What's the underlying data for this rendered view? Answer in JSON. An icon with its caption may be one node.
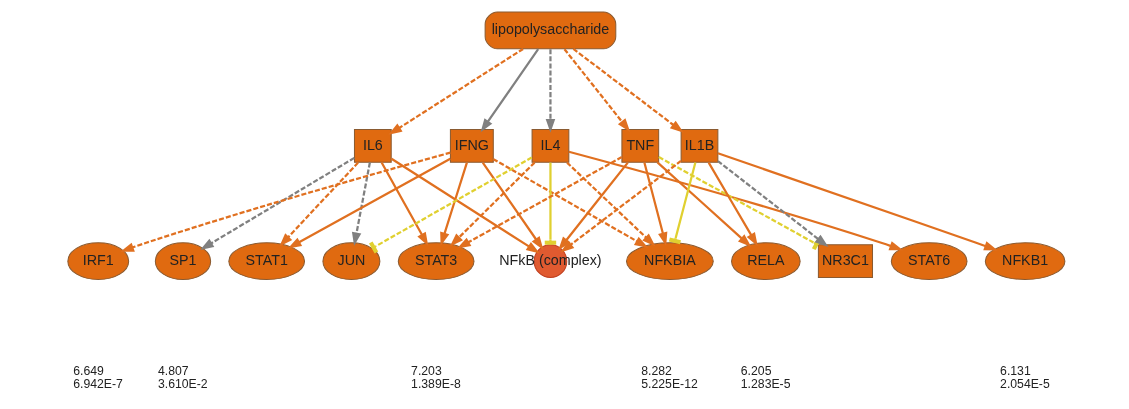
{
  "diagram": {
    "nodes": [
      {
        "text": [
          "lipopolysaccharide"
        ]
      },
      {
        "text": [
          "IL6"
        ]
      },
      {
        "text": [
          "IFNG"
        ]
      },
      {
        "text": [
          "IL4"
        ]
      },
      {
        "text": [
          "TNF"
        ]
      },
      {
        "text": [
          "IL1B"
        ]
      },
      {
        "text": [
          "IRF1"
        ],
        "beside": [
          "6.649",
          "6.942E-7"
        ]
      },
      {
        "text": [
          "SP1"
        ],
        "beside": [
          "4.807",
          "3.610E-2"
        ]
      },
      {
        "text": [
          "STAT1"
        ]
      },
      {
        "text": [
          "JUN"
        ]
      },
      {
        "text": [
          "STAT3"
        ],
        "beside": [
          "7.203",
          "1.389E-8"
        ]
      },
      {
        "text": [
          "NFkB (complex)"
        ]
      },
      {
        "text": [
          "NFKBIA"
        ],
        "beside": [
          "8.282",
          "5.225E-12"
        ]
      },
      {
        "text": [
          "RELA"
        ],
        "beside": [
          "6.205",
          "1.283E-5"
        ]
      },
      {
        "text": [
          "NR3C1"
        ]
      },
      {
        "text": [
          "STAT6"
        ]
      },
      {
        "text": [
          "NFKB1"
        ],
        "beside": [
          "6.131",
          "2.054E-5"
        ]
      }
    ],
    "edges": [
      {
        "from": 0,
        "to": 1,
        "arrow": "to",
        "style": "dashed"
      },
      {
        "from": 0,
        "to": 2,
        "arrow": "to",
        "color": "#808080"
      },
      {
        "from": 0,
        "to": 3,
        "arrow": "to",
        "style": "dashed",
        "color": "#808080"
      },
      {
        "from": 0,
        "to": 4,
        "arrow": "to",
        "style": "dashed"
      },
      {
        "from": 0,
        "to": 5,
        "arrow": "to",
        "style": "dashed"
      },
      {
        "from": 1,
        "to": 7,
        "arrow": "to",
        "style": "dashed",
        "color": "#808080"
      },
      {
        "from": 1,
        "to": 8,
        "arrow": "to",
        "style": "dashed"
      },
      {
        "from": 1,
        "to": 9,
        "arrow": "to",
        "style": "dashed",
        "color": "#808080"
      },
      {
        "from": 1,
        "to": 10,
        "arrow": "to"
      },
      {
        "from": 1,
        "to": 11,
        "arrow": "to"
      },
      {
        "from": 2,
        "to": 6,
        "arrow": "to",
        "style": "dashed"
      },
      {
        "from": 2,
        "to": 8,
        "arrow": "to"
      },
      {
        "from": 2,
        "to": 10,
        "arrow": "to"
      },
      {
        "from": 2,
        "to": 11,
        "arrow": "to"
      },
      {
        "from": 2,
        "to": 12,
        "arrow": "to",
        "style": "dashed"
      },
      {
        "from": 3,
        "to": 9,
        "arrow": "other",
        "style": "dashed",
        "color": "#e0d030"
      },
      {
        "from": 3,
        "to": 10,
        "arrow": "to",
        "style": "dashed"
      },
      {
        "from": 3,
        "to": 11,
        "arrow": "other",
        "color": "#e0d030"
      },
      {
        "from": 3,
        "to": 12,
        "arrow": "to",
        "style": "dashed"
      },
      {
        "from": 3,
        "to": 15,
        "arrow": "to"
      },
      {
        "from": 4,
        "to": 10,
        "arrow": "to",
        "style": "dashed"
      },
      {
        "from": 4,
        "to": 11,
        "arrow": "to"
      },
      {
        "from": 4,
        "to": 12,
        "arrow": "to"
      },
      {
        "from": 4,
        "to": 13,
        "arrow": "to"
      },
      {
        "from": 4,
        "to": 14,
        "arrow": "other",
        "style": "dashed",
        "color": "#e0d030"
      },
      {
        "from": 5,
        "to": 11,
        "arrow": "to",
        "style": "dashed"
      },
      {
        "from": 5,
        "to": 12,
        "arrow": "other",
        "color": "#e0d030"
      },
      {
        "from": 5,
        "to": 13,
        "arrow": "to"
      },
      {
        "from": 5,
        "to": 14,
        "arrow": "to",
        "style": "dashed",
        "color": "#808080"
      },
      {
        "from": 5,
        "to": 16,
        "arrow": "to"
      }
    ]
  }
}
